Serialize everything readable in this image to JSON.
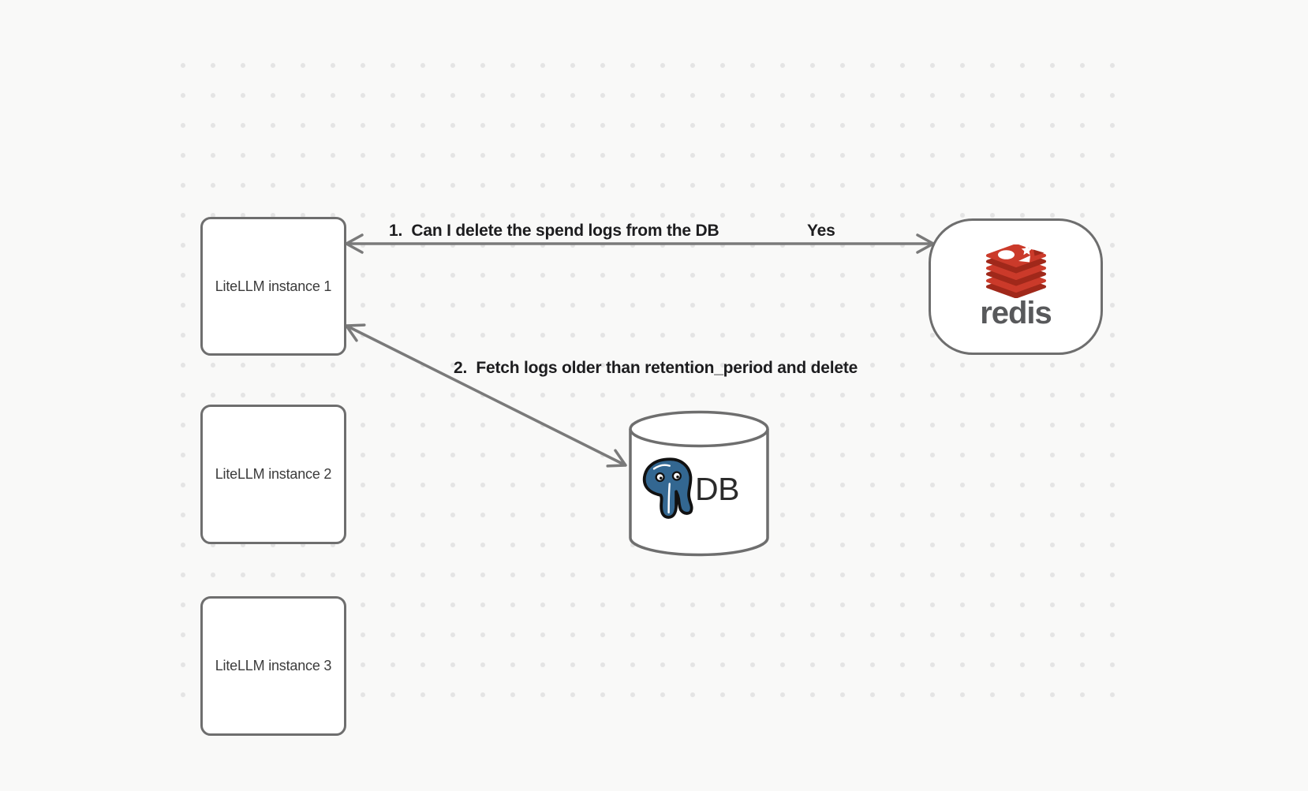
{
  "diagram": {
    "nodes": {
      "instance1": {
        "label": "LiteLLM instance 1"
      },
      "instance2": {
        "label": "LiteLLM instance 2"
      },
      "instance3": {
        "label": "LiteLLM instance 3"
      },
      "redis": {
        "label": "redis"
      },
      "db": {
        "label": "DB"
      }
    },
    "edges": {
      "edge1": {
        "label": "1.  Can I delete the spend logs from the DB",
        "response": "Yes"
      },
      "edge2": {
        "label": "2.  Fetch logs older than retention_period and delete"
      }
    },
    "colors": {
      "background": "#f9f9f8",
      "dot": "#e4e4e4",
      "node_border": "#6e6e6e",
      "arrow": "#7a7a7a",
      "label_text": "#1d1d1f",
      "redis_red": "#cb3a2a",
      "redis_red_dark": "#a0281a",
      "redis_wordmark": "#58595b",
      "postgres_blue": "#336791"
    }
  }
}
